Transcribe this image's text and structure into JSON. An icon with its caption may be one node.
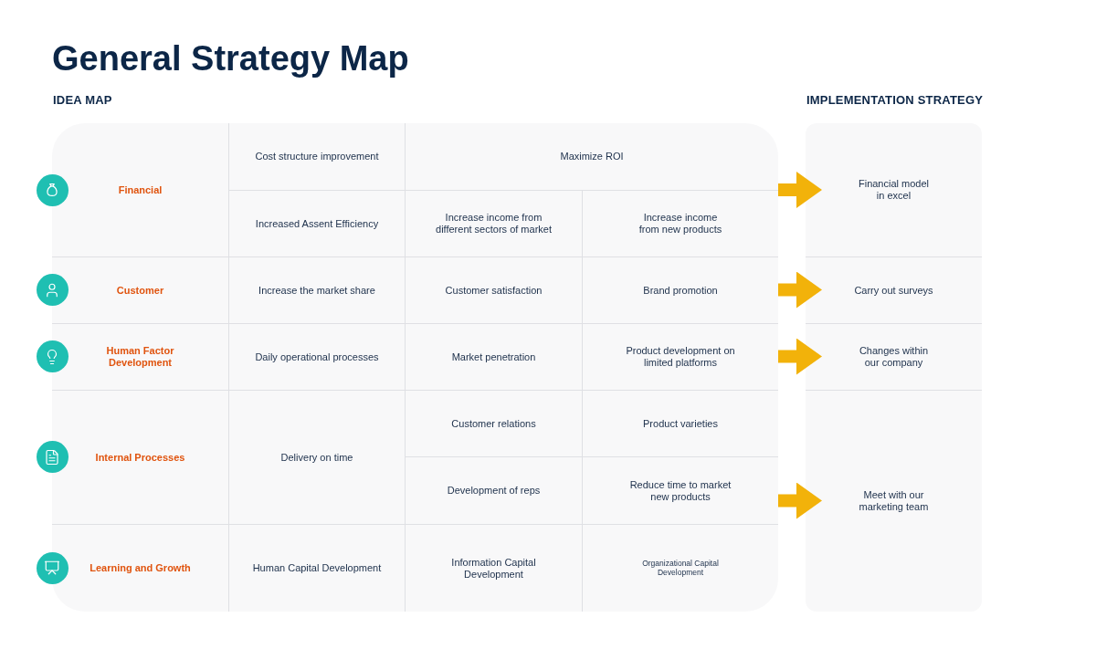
{
  "diagram": {
    "title": "General Strategy Map",
    "nodes": [
      {
        "text": [
          "IDEA MAP"
        ]
      },
      {
        "text": [
          "IMPLEMENTATION STRATEGY"
        ]
      },
      {
        "text": [
          "Financial"
        ],
        "in": 0
      },
      {
        "text": [
          "Cost structure improvement"
        ],
        "in": 0
      },
      {
        "text": [
          "Maximize ROI"
        ],
        "in": 0
      },
      {
        "text": [
          "Increased Assent Efficiency"
        ],
        "in": 0
      },
      {
        "text": [
          "Increase income from different sectors of market"
        ],
        "in": 0
      },
      {
        "text": [
          "Increase income from new products"
        ],
        "in": 0
      },
      {
        "text": [
          "Financial model in excel"
        ],
        "in": 1
      },
      {
        "text": [
          "Customer"
        ],
        "in": 0
      },
      {
        "text": [
          "Increase the market share"
        ],
        "in": 0
      },
      {
        "text": [
          "Customer satisfaction"
        ],
        "in": 0
      },
      {
        "text": [
          "Brand promotion"
        ],
        "in": 0
      },
      {
        "text": [
          "Carry out surveys"
        ],
        "in": 1
      },
      {
        "text": [
          "Human Factor Development"
        ],
        "in": 0
      },
      {
        "text": [
          "Daily operational processes"
        ],
        "in": 0
      },
      {
        "text": [
          "Market penetration"
        ],
        "in": 0
      },
      {
        "text": [
          "Product development on limited platforms"
        ],
        "in": 0
      },
      {
        "text": [
          "Changes within our company"
        ],
        "in": 1
      },
      {
        "text": [
          "Internal Processes"
        ],
        "in": 0
      },
      {
        "text": [
          "Delivery on time"
        ],
        "in": 0
      },
      {
        "text": [
          "Customer relations"
        ],
        "in": 0
      },
      {
        "text": [
          "Product varieties"
        ],
        "in": 0
      },
      {
        "text": [
          "Development of reps"
        ],
        "in": 0
      },
      {
        "text": [
          "Reduce time to market new products"
        ],
        "in": 0
      },
      {
        "text": [
          "Meet with our marketing team"
        ],
        "in": 1
      },
      {
        "text": [
          "Learning and Growth"
        ],
        "in": 0
      },
      {
        "text": [
          "Human Capital Development"
        ],
        "in": 0
      },
      {
        "text": [
          "Information Capital Development"
        ],
        "in": 0
      },
      {
        "text": [
          "Organizational Capital Development"
        ],
        "in": 0
      }
    ],
    "edges": [
      {
        "from": 0,
        "to": 8,
        "arrow": "to"
      },
      {
        "from": 0,
        "to": 13,
        "arrow": "to"
      },
      {
        "from": 0,
        "to": 18,
        "arrow": "to"
      },
      {
        "from": 0,
        "to": 25,
        "arrow": "to"
      }
    ]
  }
}
